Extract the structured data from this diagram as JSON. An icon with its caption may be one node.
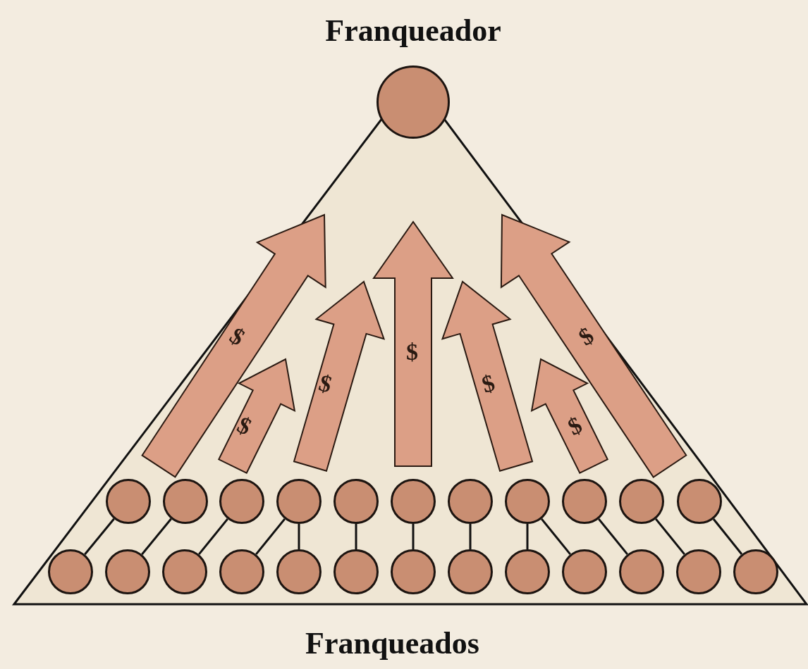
{
  "diagram": {
    "nodes": [
      {
        "text": [
          "Franqueador"
        ]
      },
      {
        "text": [
          "Franqueados"
        ]
      },
      {
        "text": [],
        "shape": "circle",
        "in": 1
      },
      {
        "text": [],
        "shape": "circle",
        "in": 1
      },
      {
        "text": [],
        "shape": "circle",
        "in": 1
      },
      {
        "text": [],
        "shape": "circle",
        "in": 1
      },
      {
        "text": [],
        "shape": "circle",
        "in": 1
      },
      {
        "text": [],
        "shape": "circle",
        "in": 1
      },
      {
        "text": [],
        "shape": "circle",
        "in": 1
      },
      {
        "text": [],
        "shape": "circle",
        "in": 1
      },
      {
        "text": [],
        "shape": "circle",
        "in": 1
      },
      {
        "text": [],
        "shape": "circle",
        "in": 1
      },
      {
        "text": [],
        "shape": "circle",
        "in": 1
      },
      {
        "text": [],
        "shape": "circle",
        "in": 1
      },
      {
        "text": [],
        "shape": "circle",
        "in": 1
      },
      {
        "text": [],
        "shape": "circle",
        "in": 1
      },
      {
        "text": [],
        "shape": "circle",
        "in": 1
      },
      {
        "text": [],
        "shape": "circle",
        "in": 1
      },
      {
        "text": [],
        "shape": "circle",
        "in": 1
      },
      {
        "text": [],
        "shape": "circle",
        "in": 1
      },
      {
        "text": [],
        "shape": "circle",
        "in": 1
      },
      {
        "text": [],
        "shape": "circle",
        "in": 1
      },
      {
        "text": [],
        "shape": "circle",
        "in": 1
      },
      {
        "text": [],
        "shape": "circle",
        "in": 1
      },
      {
        "text": [],
        "shape": "circle",
        "in": 1
      },
      {
        "text": [],
        "shape": "circle",
        "in": 1
      }
    ],
    "edges": [
      {
        "from": 2,
        "to": 13,
        "arrow": "none"
      },
      {
        "from": 3,
        "to": 14,
        "arrow": "none"
      },
      {
        "from": 4,
        "to": 15,
        "arrow": "none"
      },
      {
        "from": 5,
        "to": 16,
        "arrow": "none"
      },
      {
        "from": 5,
        "to": 17,
        "arrow": "none"
      },
      {
        "from": 6,
        "to": 18,
        "arrow": "none"
      },
      {
        "from": 7,
        "to": 19,
        "arrow": "none"
      },
      {
        "from": 8,
        "to": 20,
        "arrow": "none"
      },
      {
        "from": 9,
        "to": 21,
        "arrow": "none"
      },
      {
        "from": 9,
        "to": 22,
        "arrow": "none"
      },
      {
        "from": 10,
        "to": 23,
        "arrow": "none"
      },
      {
        "from": 11,
        "to": 24,
        "arrow": "none"
      },
      {
        "from": 12,
        "to": 25,
        "arrow": "none"
      }
    ],
    "labels": [
      "$",
      "$",
      "$",
      "$",
      "$",
      "$",
      "$"
    ]
  }
}
